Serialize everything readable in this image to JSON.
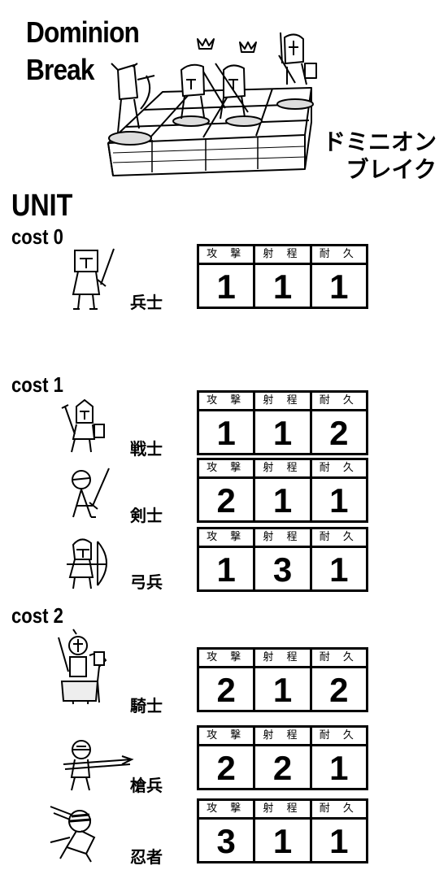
{
  "header": {
    "title_line1": "Dominion",
    "title_line2": "Break",
    "jp_line1": "ドミニオン",
    "jp_line2": "ブレイク"
  },
  "unit_heading": "UNIT",
  "stat_labels": [
    "攻 撃",
    "射 程",
    "耐 久"
  ],
  "groups": [
    {
      "cost": "cost 0",
      "units": [
        {
          "name": "兵士",
          "icon": "soldier-sketch",
          "attack": "1",
          "range": "1",
          "durability": "1"
        }
      ]
    },
    {
      "cost": "cost 1",
      "units": [
        {
          "name": "戦士",
          "icon": "warrior-sketch",
          "attack": "1",
          "range": "1",
          "durability": "2"
        },
        {
          "name": "剣士",
          "icon": "swordsman-sketch",
          "attack": "2",
          "range": "1",
          "durability": "1"
        },
        {
          "name": "弓兵",
          "icon": "archer-sketch",
          "attack": "1",
          "range": "3",
          "durability": "1"
        }
      ]
    },
    {
      "cost": "cost 2",
      "units": [
        {
          "name": "騎士",
          "icon": "knight-sketch",
          "attack": "2",
          "range": "1",
          "durability": "2"
        },
        {
          "name": "槍兵",
          "icon": "spearman-sketch",
          "attack": "2",
          "range": "2",
          "durability": "1"
        },
        {
          "name": "忍者",
          "icon": "ninja-sketch",
          "attack": "3",
          "range": "1",
          "durability": "1"
        }
      ]
    }
  ]
}
